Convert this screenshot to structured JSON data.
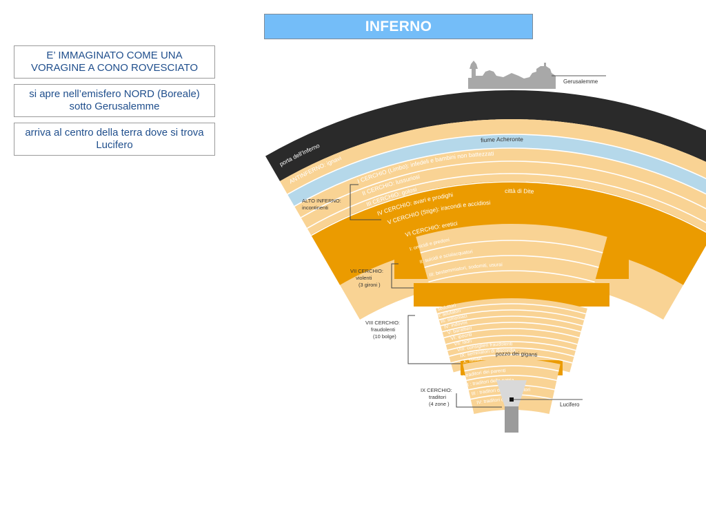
{
  "title": "INFERNO",
  "notes": [
    "E’ IMMAGINATO COME UNA VORAGINE A CONO ROVESCIATO",
    "si apre nell’emisfero NORD (Boreale) sotto Gerusalemme",
    "arriva al centro della terra dove si trova Lucifero"
  ],
  "diagram": {
    "city_label": "Gerusalemme",
    "lucifer_label": "Lucifero",
    "porta": "porta dell’Inferno",
    "acheronte": "fiume Acheronte",
    "dite": "città di Dite",
    "pozzo": "pozzo dei giganti",
    "rings": {
      "antinferno": "ANTINFERNO: ignavi",
      "c1": "I CERCHIO (Limbo): infedeli e bambini non battezzati",
      "c2": "II CERCHIO: lussuriosi",
      "c3": "III CERCHIO: golosi",
      "c4": "IV CERCHIO: avari e prodighi",
      "c5": "V CERCHIO  (Stige): iracondi e accidiosi",
      "c6": "VI CERCHIO: eretici"
    },
    "gironi": [
      "I: omicidi e predoni",
      "II: suicidi e scialacquatori",
      "III: bestemmiatori, sodomiti, usurai"
    ],
    "bolge": [
      "I: seduttori",
      "II: adulatori",
      "III: simoniaci",
      "IV: indovini",
      "V: barattieri",
      "VI: ipocriti",
      "VII: ladri",
      "VIII: consiglieri fraudolenti",
      "IX: seminatori di discordia",
      "X: falsari"
    ],
    "zone": [
      "I : traditori dei parenti",
      "II : traditori della patria",
      "III : traditori degli ospiti",
      "IV: traditori dei",
      "benefattori"
    ],
    "side_labels": {
      "alto": [
        "ALTO INFERNO:",
        "incontinenti"
      ],
      "vii": [
        "VII CERCHIO:",
        "violenti",
        "(3 gironi )"
      ],
      "viii": [
        "VIII CERCHIO:",
        "fraudolenti",
        "(10 bolge)"
      ],
      "ix": [
        "IX CERCHIO:",
        "traditori",
        "(4 zone )"
      ]
    }
  },
  "colors": {
    "title_bg": "#74bdf8",
    "note_text": "#1f4e8c",
    "band_light": "#f9d394",
    "band_dark": "#eb9b00",
    "acheronte": "#b5d8ea",
    "porta": "#2a2a2a"
  }
}
